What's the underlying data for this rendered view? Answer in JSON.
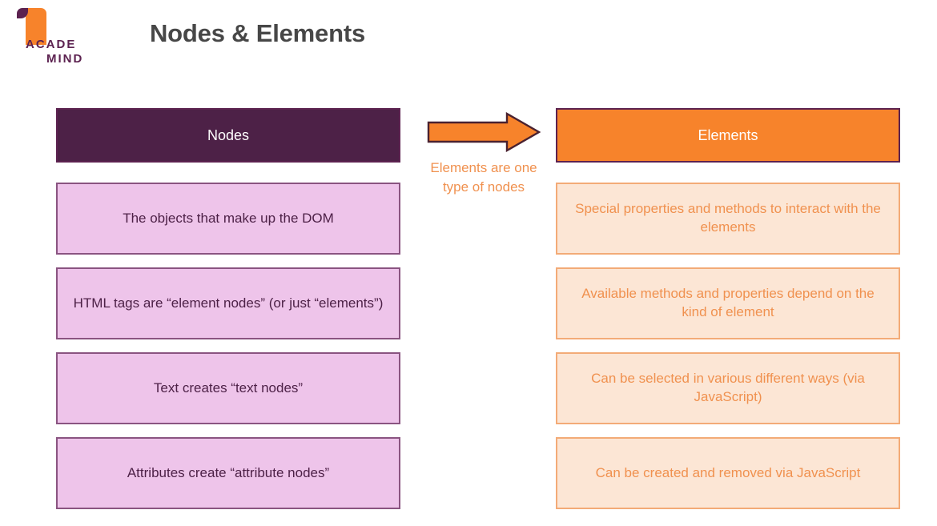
{
  "brand": {
    "name_line1": "ACADE",
    "name_line2": "MIND",
    "logo_icon": "academind-flag-logo",
    "colors": {
      "orange": "#f7832b",
      "purple": "#5c2250"
    }
  },
  "header": {
    "title": "Nodes & Elements",
    "title_color": "#474747"
  },
  "colors": {
    "nodes_header_bg": "#4d2147",
    "nodes_card_bg": "#eec4ea",
    "nodes_card_border": "#8a5481",
    "nodes_text": "#4d2147",
    "elements_header_bg": "#f7832b",
    "elements_card_bg": "#fce6d5",
    "elements_card_border": "#f3ab77",
    "elements_text": "#f0914f",
    "arrow_fill": "#f7832b",
    "arrow_stroke": "#5c2250"
  },
  "columns": {
    "left": {
      "header": "Nodes",
      "cards": [
        "The objects that make up the DOM",
        "HTML tags are “element nodes” (or just “elements”)",
        "Text creates “text nodes”",
        "Attributes create “attribute nodes”"
      ]
    },
    "right": {
      "header": "Elements",
      "cards": [
        "Special properties and methods to interact with the elements",
        "Available methods and properties depend on the kind of element",
        "Can be selected in various different ways (via JavaScript)",
        "Can be created and removed via JavaScript"
      ]
    }
  },
  "connector": {
    "icon": "right-arrow-icon",
    "caption": "Elements are one type of nodes"
  }
}
